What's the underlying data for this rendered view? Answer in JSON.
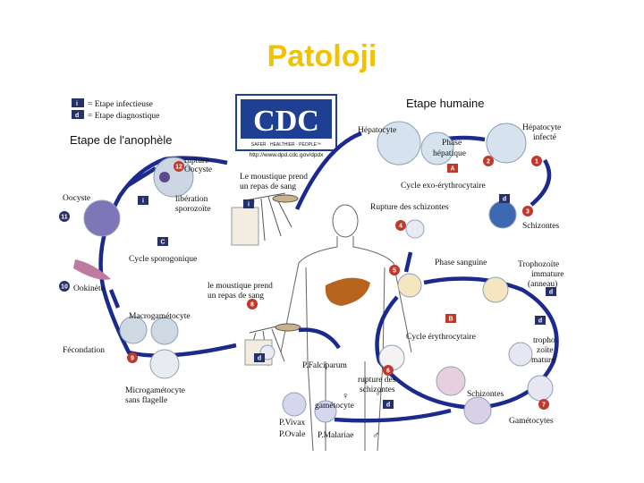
{
  "slide": {
    "title": "Patoloji"
  },
  "legend": {
    "infective_label": "= Etape infectieuse",
    "diagnostic_label": "= Etape diagnostique",
    "infective_badge": "i",
    "diagnostic_badge": "d"
  },
  "cdc": {
    "logo_text": "CDC",
    "tagline": "SAFER · HEALTHIER · PEOPLE™",
    "url": "http://www.dpd.cdc.gov/dpdx"
  },
  "sections": {
    "mosquito_stage": "Etape de l'anophèle",
    "human_stage": "Etape humaine"
  },
  "stage_labels": {
    "rupture_oocyst": "rupture",
    "rupture_oocyst_2": "Oocyste",
    "oocyst": "Oocyste",
    "sporozoite_release": "libération",
    "sporozoite_release_2": "sporozoïte",
    "mosquito_meal_1": "Le moustique prend",
    "mosquito_meal_1b": "un repas de sang",
    "sporogonic_cycle": "Cycle sporogonique",
    "ookinete": "Ookinète",
    "mosquito_meal_2": "le moustique prend",
    "mosquito_meal_2b": "un repas de sang",
    "macrogametocyte": "Macrogamétocyte",
    "fecondation": "Fécondation",
    "microgametocyte": "Microgamétocyte",
    "microgametocyte_2": "sans flagelle",
    "hepatocyte": "Hépatocyte",
    "hepatic_phase": "Phase",
    "hepatic_phase_2": "hépatique",
    "infected_hepatocyte": "Hépatocyte",
    "infected_hepatocyte_2": "infecté",
    "exo_cycle": "Cycle exo-érythrocytaire",
    "schizont_rupture": "Rupture des schizontes",
    "schizontes_top": "Schizontes",
    "blood_phase": "Phase sanguine",
    "immature_trophozoite": "Trophozoïte",
    "immature_trophozoite_2": "immature",
    "immature_trophozoite_3": "(anneau)",
    "erythro_cycle": "Cycle érythrocytaire",
    "mature_trophozoite": "tropho",
    "mature_trophozoite_2": "zoïte",
    "mature_trophozoite_3": "mature",
    "p_falciparum": "P.Falciparum",
    "rupture_schizontes": "rupture des",
    "rupture_schizontes_2": "schizontes",
    "schizontes_bottom": "Schizontes",
    "gametocyte": "gamétocyte",
    "gametocytes": "Gamétocytes",
    "p_vivax": "P.Vivax",
    "p_ovale": "P.Ovale",
    "p_malariae": "P.Malariae"
  },
  "badges": {
    "b1": "1",
    "b2": "2",
    "b3": "3",
    "b4": "4",
    "b5": "5",
    "b6": "6",
    "b7": "7",
    "b8": "8",
    "b9": "9",
    "b10": "10",
    "b11": "11",
    "b12": "12",
    "bA": "A",
    "bB": "B",
    "bC": "C",
    "bi1": "i",
    "bi2": "i",
    "bd1": "d",
    "bd2": "d",
    "bd3": "d",
    "bd4": "d",
    "bd5": "d",
    "male": "♂",
    "female": "♀",
    "male2": "♂"
  },
  "colors": {
    "title": "#f2c200",
    "arrow": "#1b2a8c",
    "infective": "#c0392b",
    "diagnostic": "#26306b",
    "liver": "#b7631d",
    "cdc_blue": "#1f3f93"
  }
}
